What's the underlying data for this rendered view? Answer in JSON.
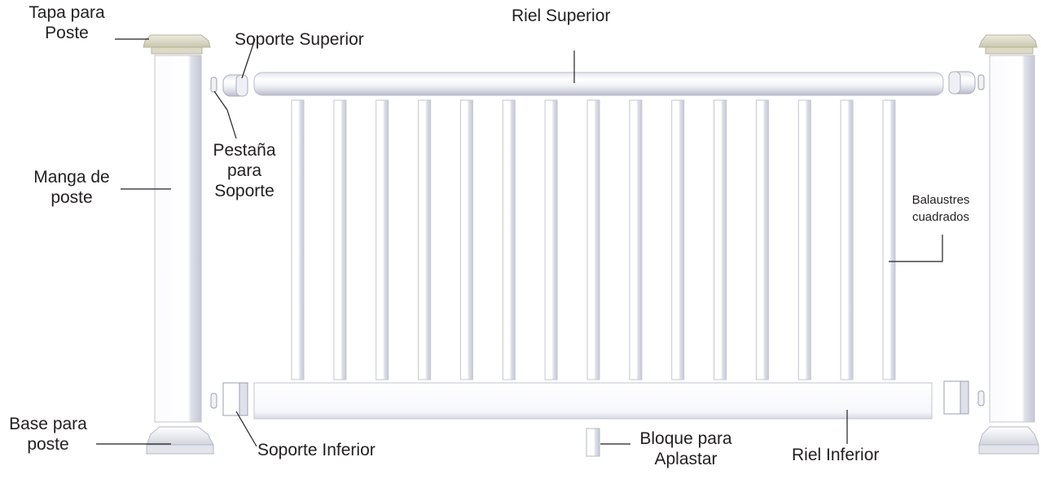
{
  "labels": {
    "post_cap": [
      "Tapa para",
      "Poste"
    ],
    "top_bracket": "Soporte Superior",
    "top_rail": "Riel Superior",
    "bracket_tab": [
      "Pestaña",
      "para",
      "Soporte"
    ],
    "post_sleeve": [
      "Manga de",
      "poste"
    ],
    "square_balusters": [
      "Balaustres",
      "cuadrados"
    ],
    "post_base": [
      "Base para",
      "poste"
    ],
    "bottom_bracket": "Soporte Inferior",
    "crush_block": [
      "Bloque para",
      "Aplastar"
    ],
    "bottom_rail": "Riel Inferior"
  },
  "colors": {
    "text": "#231f20",
    "leader_line": "#231f20",
    "vinyl_white": "#ffffff",
    "vinyl_shadow": "#c9cbd6",
    "cap_tan": "#d9d6c3"
  },
  "baluster_count": 15
}
